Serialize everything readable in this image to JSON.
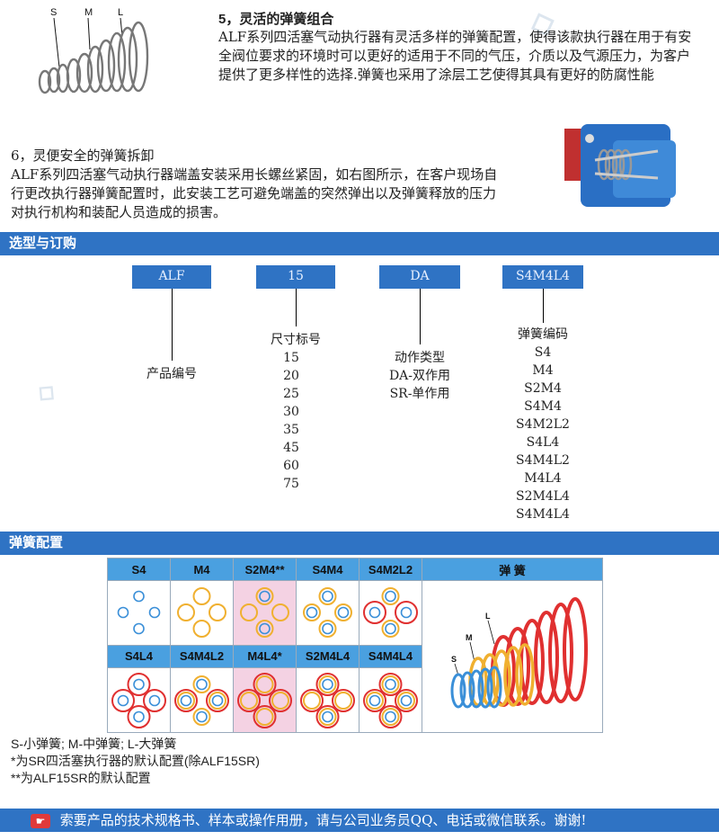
{
  "section5": {
    "title": "5，灵活的弹簧组合",
    "text": "ALF系列四活塞气动执行器有灵活多样的弹簧配置，使得该款执行器在用于有安全阀位要求的环境时可以更好的适用于不同的气压，介质以及气源压力，为客户提供了更多样性的选择.弹簧也采用了涂层工艺使得其具有更好的防腐性能",
    "spring_labels": [
      "S",
      "M",
      "L"
    ]
  },
  "section6": {
    "title": "6，灵便安全的弹簧拆卸",
    "text": "ALF系列四活塞气动执行器端盖安装采用长螺丝紧固，如右图所示，在客户现场自行更改执行器弹簧配置时，此安装工艺可避免端盖的突然弹出以及弹簧释放的压力对执行机构和装配人员造成的损害。"
  },
  "ordering": {
    "bar_title": "选型与订购",
    "codes": [
      "ALF",
      "15",
      "DA",
      "S4M4L4"
    ],
    "product_label": "产品编号",
    "size_title": "尺寸标号",
    "sizes": [
      "15",
      "20",
      "25",
      "30",
      "35",
      "45",
      "60",
      "75"
    ],
    "action_title": "动作类型",
    "actions": [
      "DA-双作用",
      "SR-单作用"
    ],
    "spring_title": "弹簧编码",
    "springs": [
      "S4",
      "M4",
      "S2M4",
      "S4M4",
      "S4M2L2",
      "S4L4",
      "S4M4L2",
      "M4L4",
      "S2M4L4",
      "S4M4L4"
    ]
  },
  "config": {
    "bar_title": "弹簧配置",
    "row1": [
      "S4",
      "M4",
      "S2M4**",
      "S4M4",
      "S4M2L2"
    ],
    "row2": [
      "S4L4",
      "S4M4L2",
      "M4L4*",
      "S2M4L4",
      "S4M4L4"
    ],
    "spring_header": "弹 簧",
    "spring_letters": [
      "S",
      "M",
      "L"
    ],
    "colors": {
      "S": "#3a8fd8",
      "M": "#f0b030",
      "L": "#e03030",
      "highlight": "#f4d2e3"
    }
  },
  "notes": [
    "S-小弹簧; M-中弹簧; L-大弹簧",
    "*为SR四活塞执行器的默认配置(除ALF15SR)",
    "**为ALF15SR的默认配置"
  ],
  "footer": {
    "text": "索要产品的技术规格书、样本或操作用册，请与公司业务员QQ、电话或微信联系。谢谢!",
    "icon": "pointing-hand-icon"
  }
}
